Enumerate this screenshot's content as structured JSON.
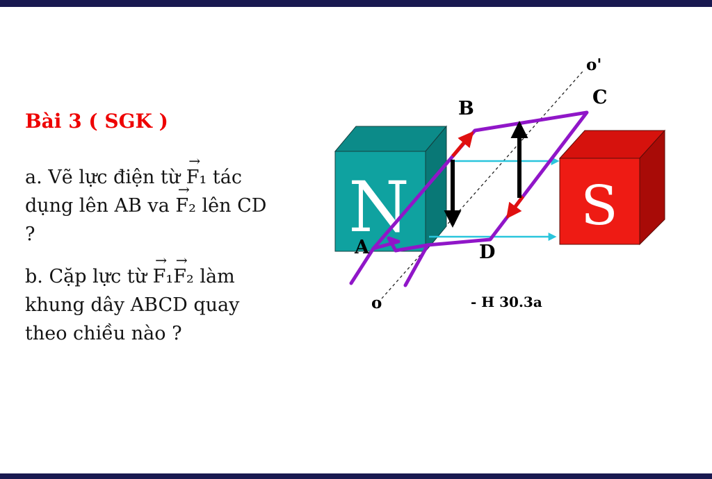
{
  "bars": {
    "top_color": "#191950",
    "bottom_color": "#191950"
  },
  "problem": {
    "vec_arrow": "→",
    "title": "Bài 3 ( SGK )",
    "title_color": "#ee0000",
    "part_a": {
      "seg1": "a. Vẽ lực điện từ ",
      "vec1": "F₁",
      "seg2": " tác dụng lên AB va ",
      "vec2": "F₂",
      "seg3": " lên CD ?"
    },
    "part_b": {
      "seg1": "b. Cặp lực từ ",
      "vec1": "F₁",
      "vec2": "F₂",
      "seg2": " làm khung dây ABCD quay theo chiều nào ?"
    }
  },
  "diagram": {
    "magnet_n_label": "N",
    "magnet_s_label": "S",
    "corner_a": "A",
    "corner_b": "B",
    "corner_c": "C",
    "corner_d": "D",
    "axis_o": "o",
    "axis_o_prime": "o'",
    "caption": "- H 30.3a",
    "colors": {
      "magnet_n": "#0fa2a0",
      "magnet_s": "#ee1b14",
      "wire": "#9016c8",
      "field_line": "#2ac5dc",
      "current_arrow": "#e01010",
      "force_arrow": "#000000"
    }
  }
}
